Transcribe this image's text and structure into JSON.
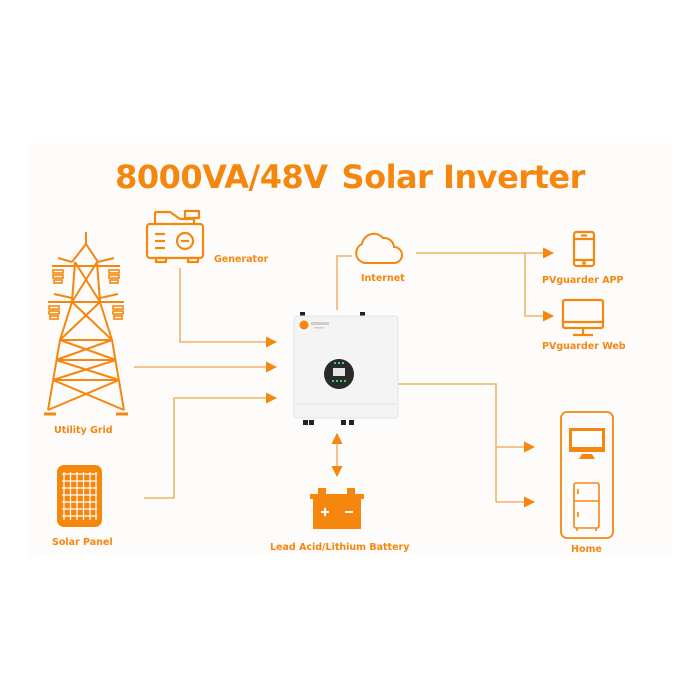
{
  "title": {
    "part1": "8000VA/48V",
    "part2": "Solar Inverter"
  },
  "colors": {
    "accent": "#F5870F",
    "line": "#F2B46A",
    "card_bg": "#FDFCFA",
    "inverter_body": "#F4F4F4",
    "inverter_screen": "#2A2A2A",
    "screen_led": "#3FD06A"
  },
  "nodes": {
    "generator": {
      "label": "Generator",
      "icon": "generator-icon"
    },
    "utility_grid": {
      "label": "Utility Grid",
      "icon": "power-tower-icon"
    },
    "solar_panel": {
      "label": "Solar Panel",
      "icon": "solar-panel-icon"
    },
    "internet": {
      "label": "Internet",
      "icon": "cloud-icon"
    },
    "app": {
      "label": "PVguarder  APP",
      "icon": "smartphone-icon"
    },
    "web": {
      "label": "PVguarder  Web",
      "icon": "monitor-icon"
    },
    "battery": {
      "label": "Lead Acid/Lithium Battery",
      "icon": "battery-icon"
    },
    "home": {
      "label": "Home",
      "icon": "home-appliances-icon"
    },
    "inverter": {
      "icon": "inverter-device"
    }
  }
}
